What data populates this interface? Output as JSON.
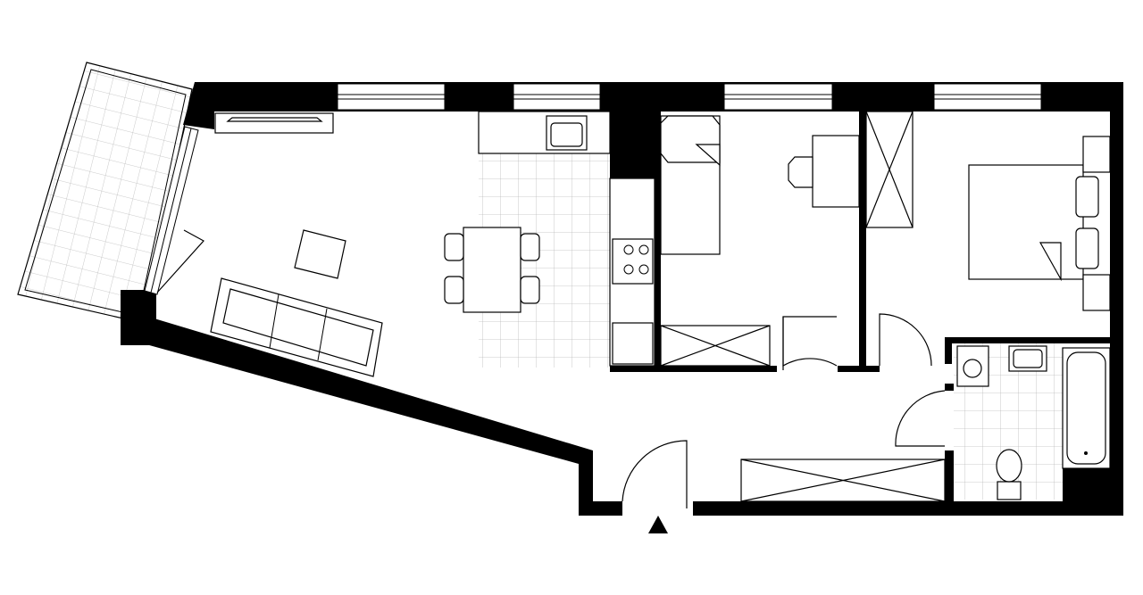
{
  "plan": {
    "colors": {
      "wall": "#000000",
      "background": "#ffffff",
      "tile_grid": "#bbbbbb"
    },
    "entrance_marker": "triangle-up",
    "rooms": [
      "living-room",
      "kitchen",
      "bedroom",
      "bedroom",
      "bathroom",
      "hallway",
      "balcony"
    ]
  }
}
